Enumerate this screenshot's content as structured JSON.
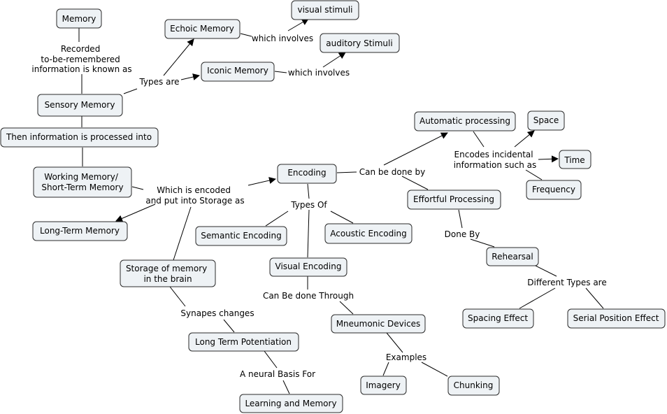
{
  "concepts": {
    "memory": "Memory",
    "echoic_memory": "Echoic Memory",
    "visual_stimuli": "visual stimuli",
    "auditory_stimuli": "auditory Stimuli",
    "iconic_memory": "Iconic Memory",
    "sensory_memory": "Sensory Memory",
    "then_processed": "Then information is processed into",
    "automatic_processing": "Automatic processing",
    "space": "Space",
    "time": "Time",
    "frequency": "Frequency",
    "encoding": "Encoding",
    "working_memory": [
      "Working Memory/",
      "Short-Term Memory"
    ],
    "effortful_processing": "Effortful Processing",
    "long_term_memory": "Long-Term Memory",
    "semantic_encoding": "Semantic Encoding",
    "acoustic_encoding": "Acoustic Encoding",
    "rehearsal": "Rehearsal",
    "storage_of_memory": [
      "Storage of memory",
      "in the brain"
    ],
    "visual_encoding": "Visual Encoding",
    "spacing_effect": "Spacing Effect",
    "serial_position_effect": "Serial Position Effect",
    "mneumonic_devices": "Mneumonic Devices",
    "long_term_potentiation": "Long Term Potentiation",
    "imagery": "Imagery",
    "chunking": "Chunking",
    "learning_and_memory": "Learning and Memory"
  },
  "phrases": {
    "recorded": [
      "Recorded",
      "to-be-remembered",
      "information is known as"
    ],
    "types_are": "Types are",
    "which_involves_1": "which involves",
    "which_involves_2": "which involves",
    "encodes_incidental": [
      "Encodes incidental",
      "information such as"
    ],
    "can_be_done_by": "Can be done by",
    "which_is_encoded": [
      "Which is encoded",
      "and put into Storage as"
    ],
    "types_of": "Types Of",
    "done_by": "Done By",
    "different_types": "Different Types are",
    "can_be_done_through": "Can Be done Through",
    "synapes_changes": "Synapes changes",
    "examples": "Examples",
    "neural_basis": "A neural Basis For"
  }
}
